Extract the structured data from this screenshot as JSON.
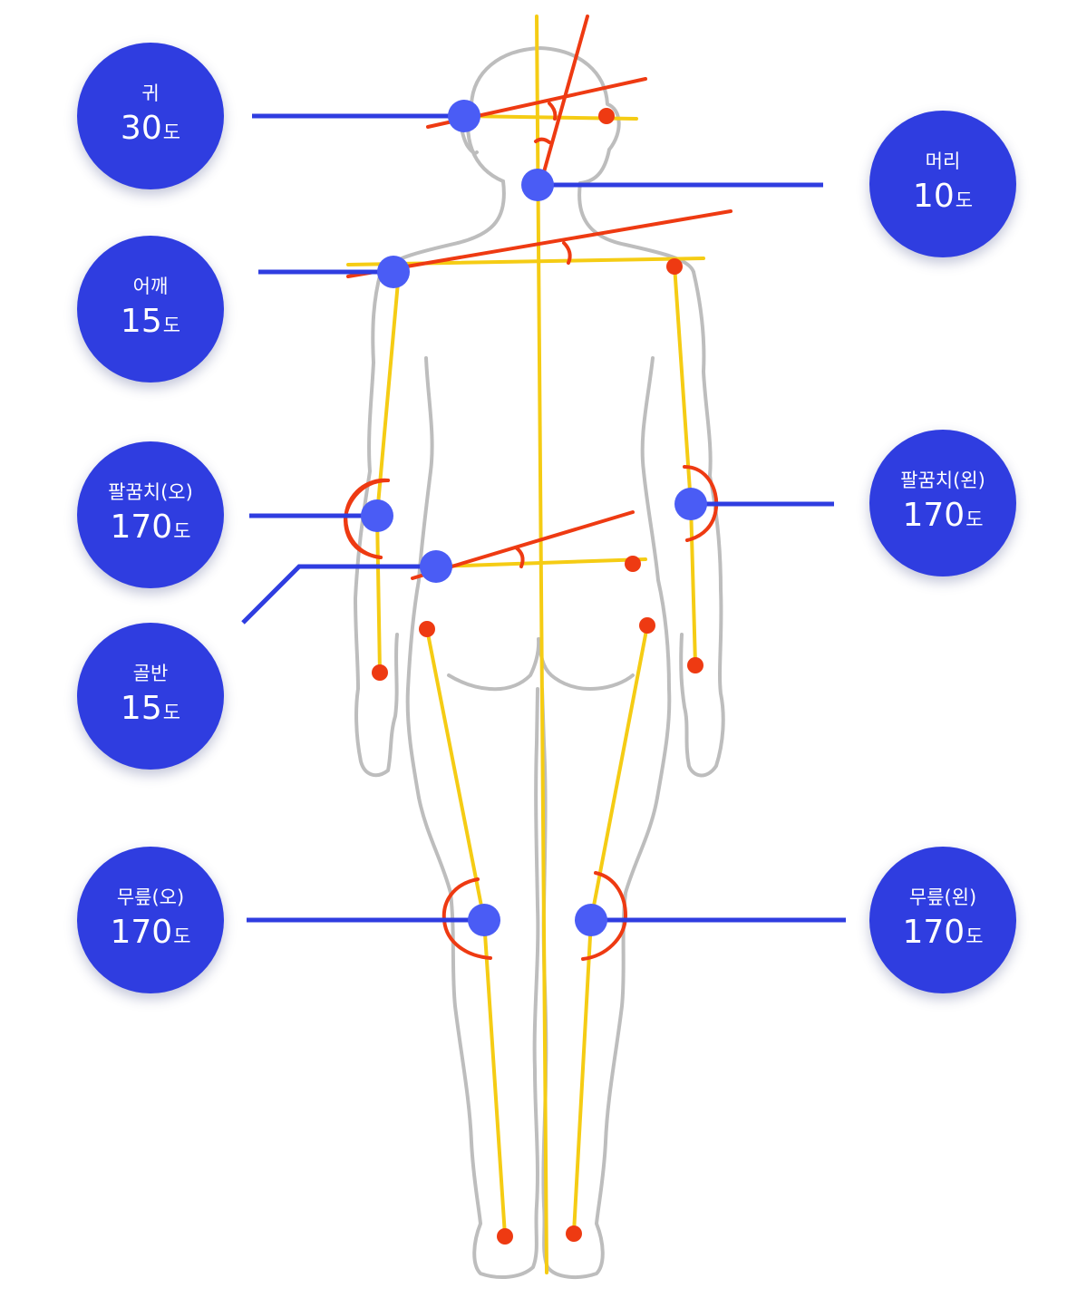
{
  "unit": "도",
  "measurements": [
    {
      "id": "ear",
      "label": "귀",
      "value": "30"
    },
    {
      "id": "head",
      "label": "머리",
      "value": "10"
    },
    {
      "id": "shoulder",
      "label": "어깨",
      "value": "15"
    },
    {
      "id": "elbow-right",
      "label": "팔꿈치(오)",
      "value": "170"
    },
    {
      "id": "elbow-left",
      "label": "팔꿈치(왼)",
      "value": "170"
    },
    {
      "id": "pelvis",
      "label": "골반",
      "value": "15"
    },
    {
      "id": "knee-right",
      "label": "무릎(오)",
      "value": "170"
    },
    {
      "id": "knee-left",
      "label": "무릎(왼)",
      "value": "170"
    }
  ],
  "colors": {
    "badge": "#2f3de0",
    "connector": "#2f3de0",
    "joint": "#4a5cf5",
    "reference_line": "#f5cc14",
    "angle_line": "#ee3a12",
    "landmark": "#ee3a12",
    "outline": "#bdbdbd"
  }
}
